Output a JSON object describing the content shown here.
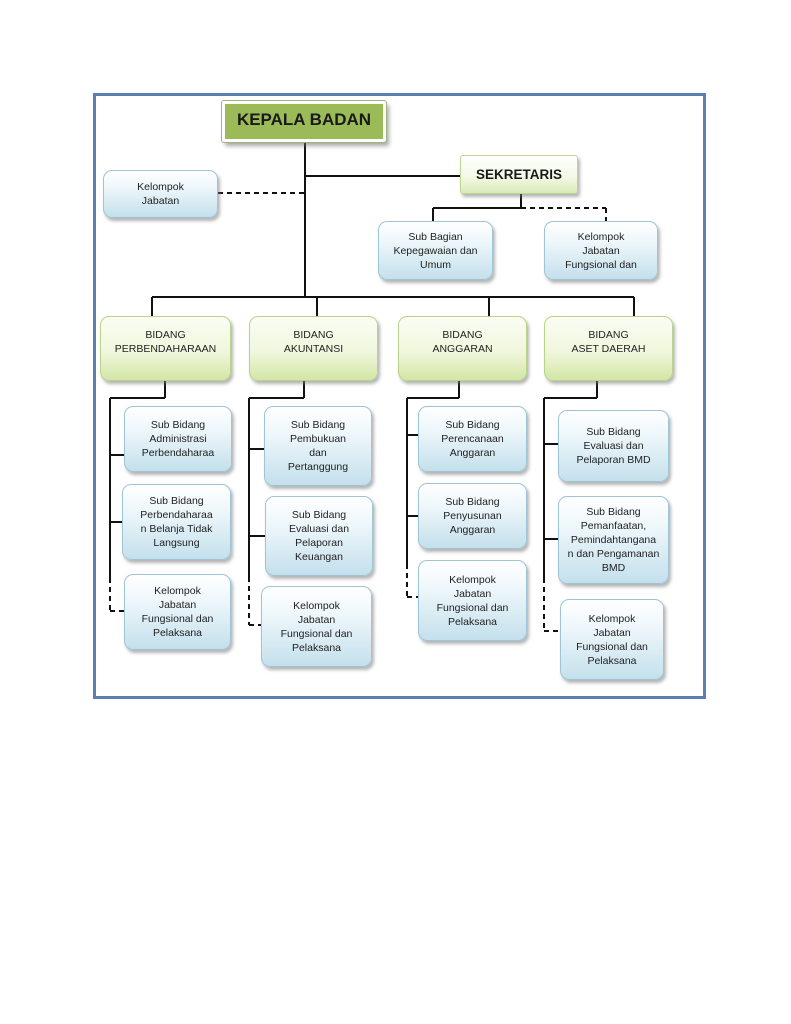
{
  "head": {
    "label": "KEPALA BADAN"
  },
  "kelompok_jabatan": {
    "label": "Kelompok\nJabatan"
  },
  "sekretaris": {
    "label": "SEKRETARIS"
  },
  "sub_bagian": {
    "label": "Sub Bagian\nKepegawaian dan\nUmum"
  },
  "sekretaris_kelompok": {
    "label": "Kelompok\nJabatan\nFungsional dan"
  },
  "bidang": [
    {
      "label": "BIDANG\nPERBENDAHARAAN",
      "subs": [
        "Sub Bidang\nAdministrasi\nPerbendaharaa",
        "Sub Bidang\nPerbendaharaa\nn Belanja Tidak\nLangsung",
        "Kelompok\nJabatan\nFungsional dan\nPelaksana"
      ]
    },
    {
      "label": "BIDANG\nAKUNTANSI",
      "subs": [
        "Sub Bidang\nPembukuan\ndan\nPertanggung",
        "Sub Bidang\nEvaluasi dan\nPelaporan\nKeuangan",
        "Kelompok\nJabatan\nFungsional dan\nPelaksana"
      ]
    },
    {
      "label": "BIDANG\nANGGARAN",
      "subs": [
        "Sub Bidang\nPerencanaan\nAnggaran",
        "Sub Bidang\nPenyusunan\nAnggaran",
        "Kelompok\nJabatan\nFungsional dan\nPelaksana"
      ]
    },
    {
      "label": "BIDANG\nASET DAERAH",
      "subs": [
        "Sub Bidang\nEvaluasi dan\nPelaporan BMD",
        "Sub Bidang\nPemanfaatan,\nPemindahtangana\nn dan Pengamanan\nBMD",
        "Kelompok\nJabatan\nFungsional dan\nPelaksana"
      ]
    }
  ]
}
